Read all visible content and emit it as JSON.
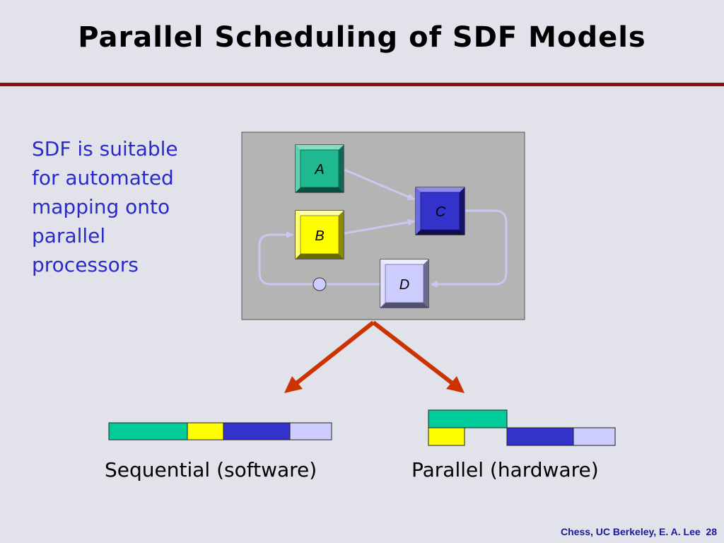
{
  "slide": {
    "title": "Parallel Scheduling of SDF Models",
    "bullet_lines": [
      "SDF is suitable",
      "for automated",
      "mapping onto",
      "parallel",
      "processors"
    ],
    "footer": "Chess, UC Berkeley, E. A. Lee",
    "page_number": "28"
  },
  "diagram": {
    "actors": [
      {
        "label": "A",
        "color": "#1fb890"
      },
      {
        "label": "B",
        "color": "#ffff00"
      },
      {
        "label": "C",
        "color": "#3333cc"
      },
      {
        "label": "D",
        "color": "#ccccff"
      }
    ],
    "connector_color": "#c8c8f0",
    "arrow_color": "#cc3300",
    "panel_color": "#b4b4b4"
  },
  "schedules": {
    "sequential_label": "Sequential (software)",
    "parallel_label": "Parallel (hardware)",
    "colors": {
      "A": "#00cc99",
      "B": "#ffff00",
      "C": "#3333cc",
      "D": "#ccccff"
    }
  }
}
